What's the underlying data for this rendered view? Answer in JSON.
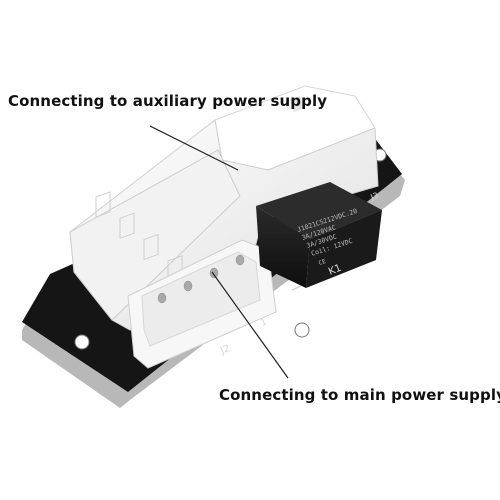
{
  "annotations": {
    "auxiliary": "Connecting to auxiliary power supply",
    "main": "Connecting to main power supply"
  },
  "board": {
    "relay_lines": [
      "J1021CS212VDC.20",
      "3A/120VAC",
      "3A/30VDC",
      "Coil: 12VDC"
    ],
    "relay_mark": "CE",
    "labels": {
      "relay": "K1",
      "connector": "J2",
      "pin": "1",
      "corner": "J3"
    }
  },
  "colors": {
    "pcb": "#151515",
    "pcb_edge": "#bfbfbf",
    "connector": "#f6f6f6",
    "relay": "#1c1c1c",
    "leader_line": "#222222"
  }
}
